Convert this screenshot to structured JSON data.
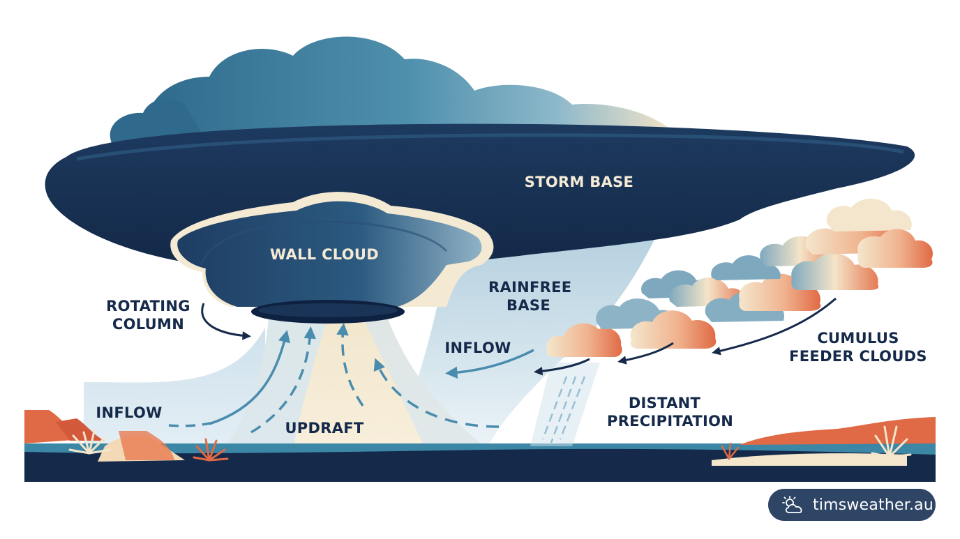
{
  "labels": {
    "storm_base": "STORM BASE",
    "wall_cloud": "WALL CLOUD",
    "rotating_column": "ROTATING\nCOLUMN",
    "rainfree_base": "RAINFREE\nBASE",
    "inflow_right": "INFLOW",
    "inflow_left": "INFLOW",
    "updraft": "UPDRAFT",
    "cumulus_feeder_clouds": "CUMULUS\nFEEDER CLOUDS",
    "distant_precipitation": "DISTANT\nPRECIPITATION"
  },
  "brand": {
    "name": "timsweather.au",
    "icon": "sun-cloud-icon"
  },
  "colors": {
    "storm_base_dark": "#15294a",
    "cloud_tops": "#3e7c99",
    "cream": "#f5ebd5",
    "updraft_blue": "#d9e8f1",
    "arrow_blue": "#4a8cae",
    "sunset_orange": "#e06a45",
    "ground_teal": "#3b87a5",
    "label_navy": "#15294a"
  }
}
